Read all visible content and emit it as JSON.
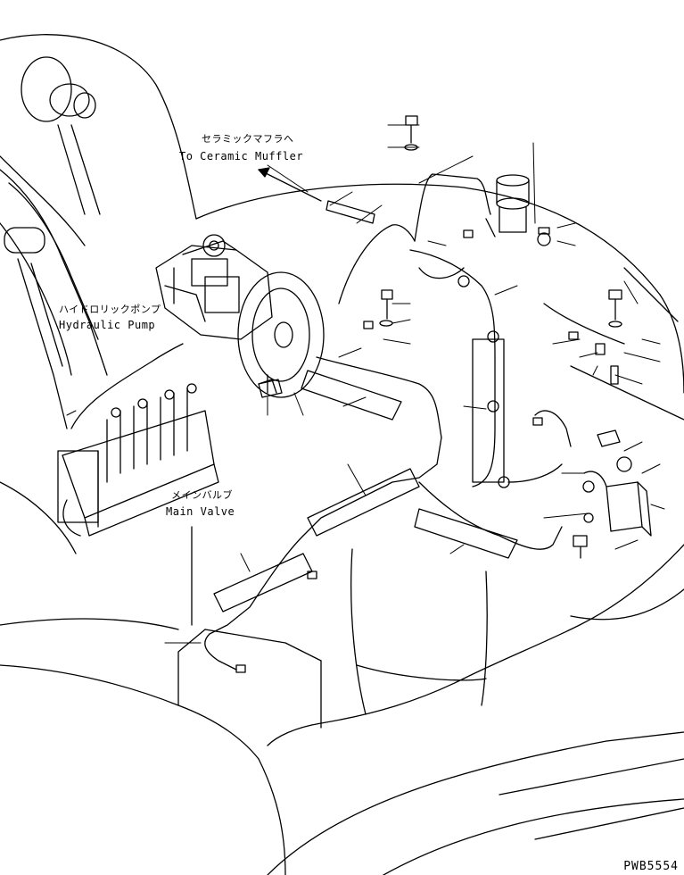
{
  "labels": {
    "ceramic_muffler_jp": "セラミックマフラへ",
    "ceramic_muffler_en": "To Ceramic Muffler",
    "hydraulic_pump_jp": "ハイドロリックポンプ",
    "hydraulic_pump_en": "Hydraulic Pump",
    "main_valve_jp": "メインバルブ",
    "main_valve_en": "Main Valve"
  },
  "drawing_code": "PWB5554",
  "colors": {
    "line": "#000000",
    "background": "#ffffff"
  }
}
